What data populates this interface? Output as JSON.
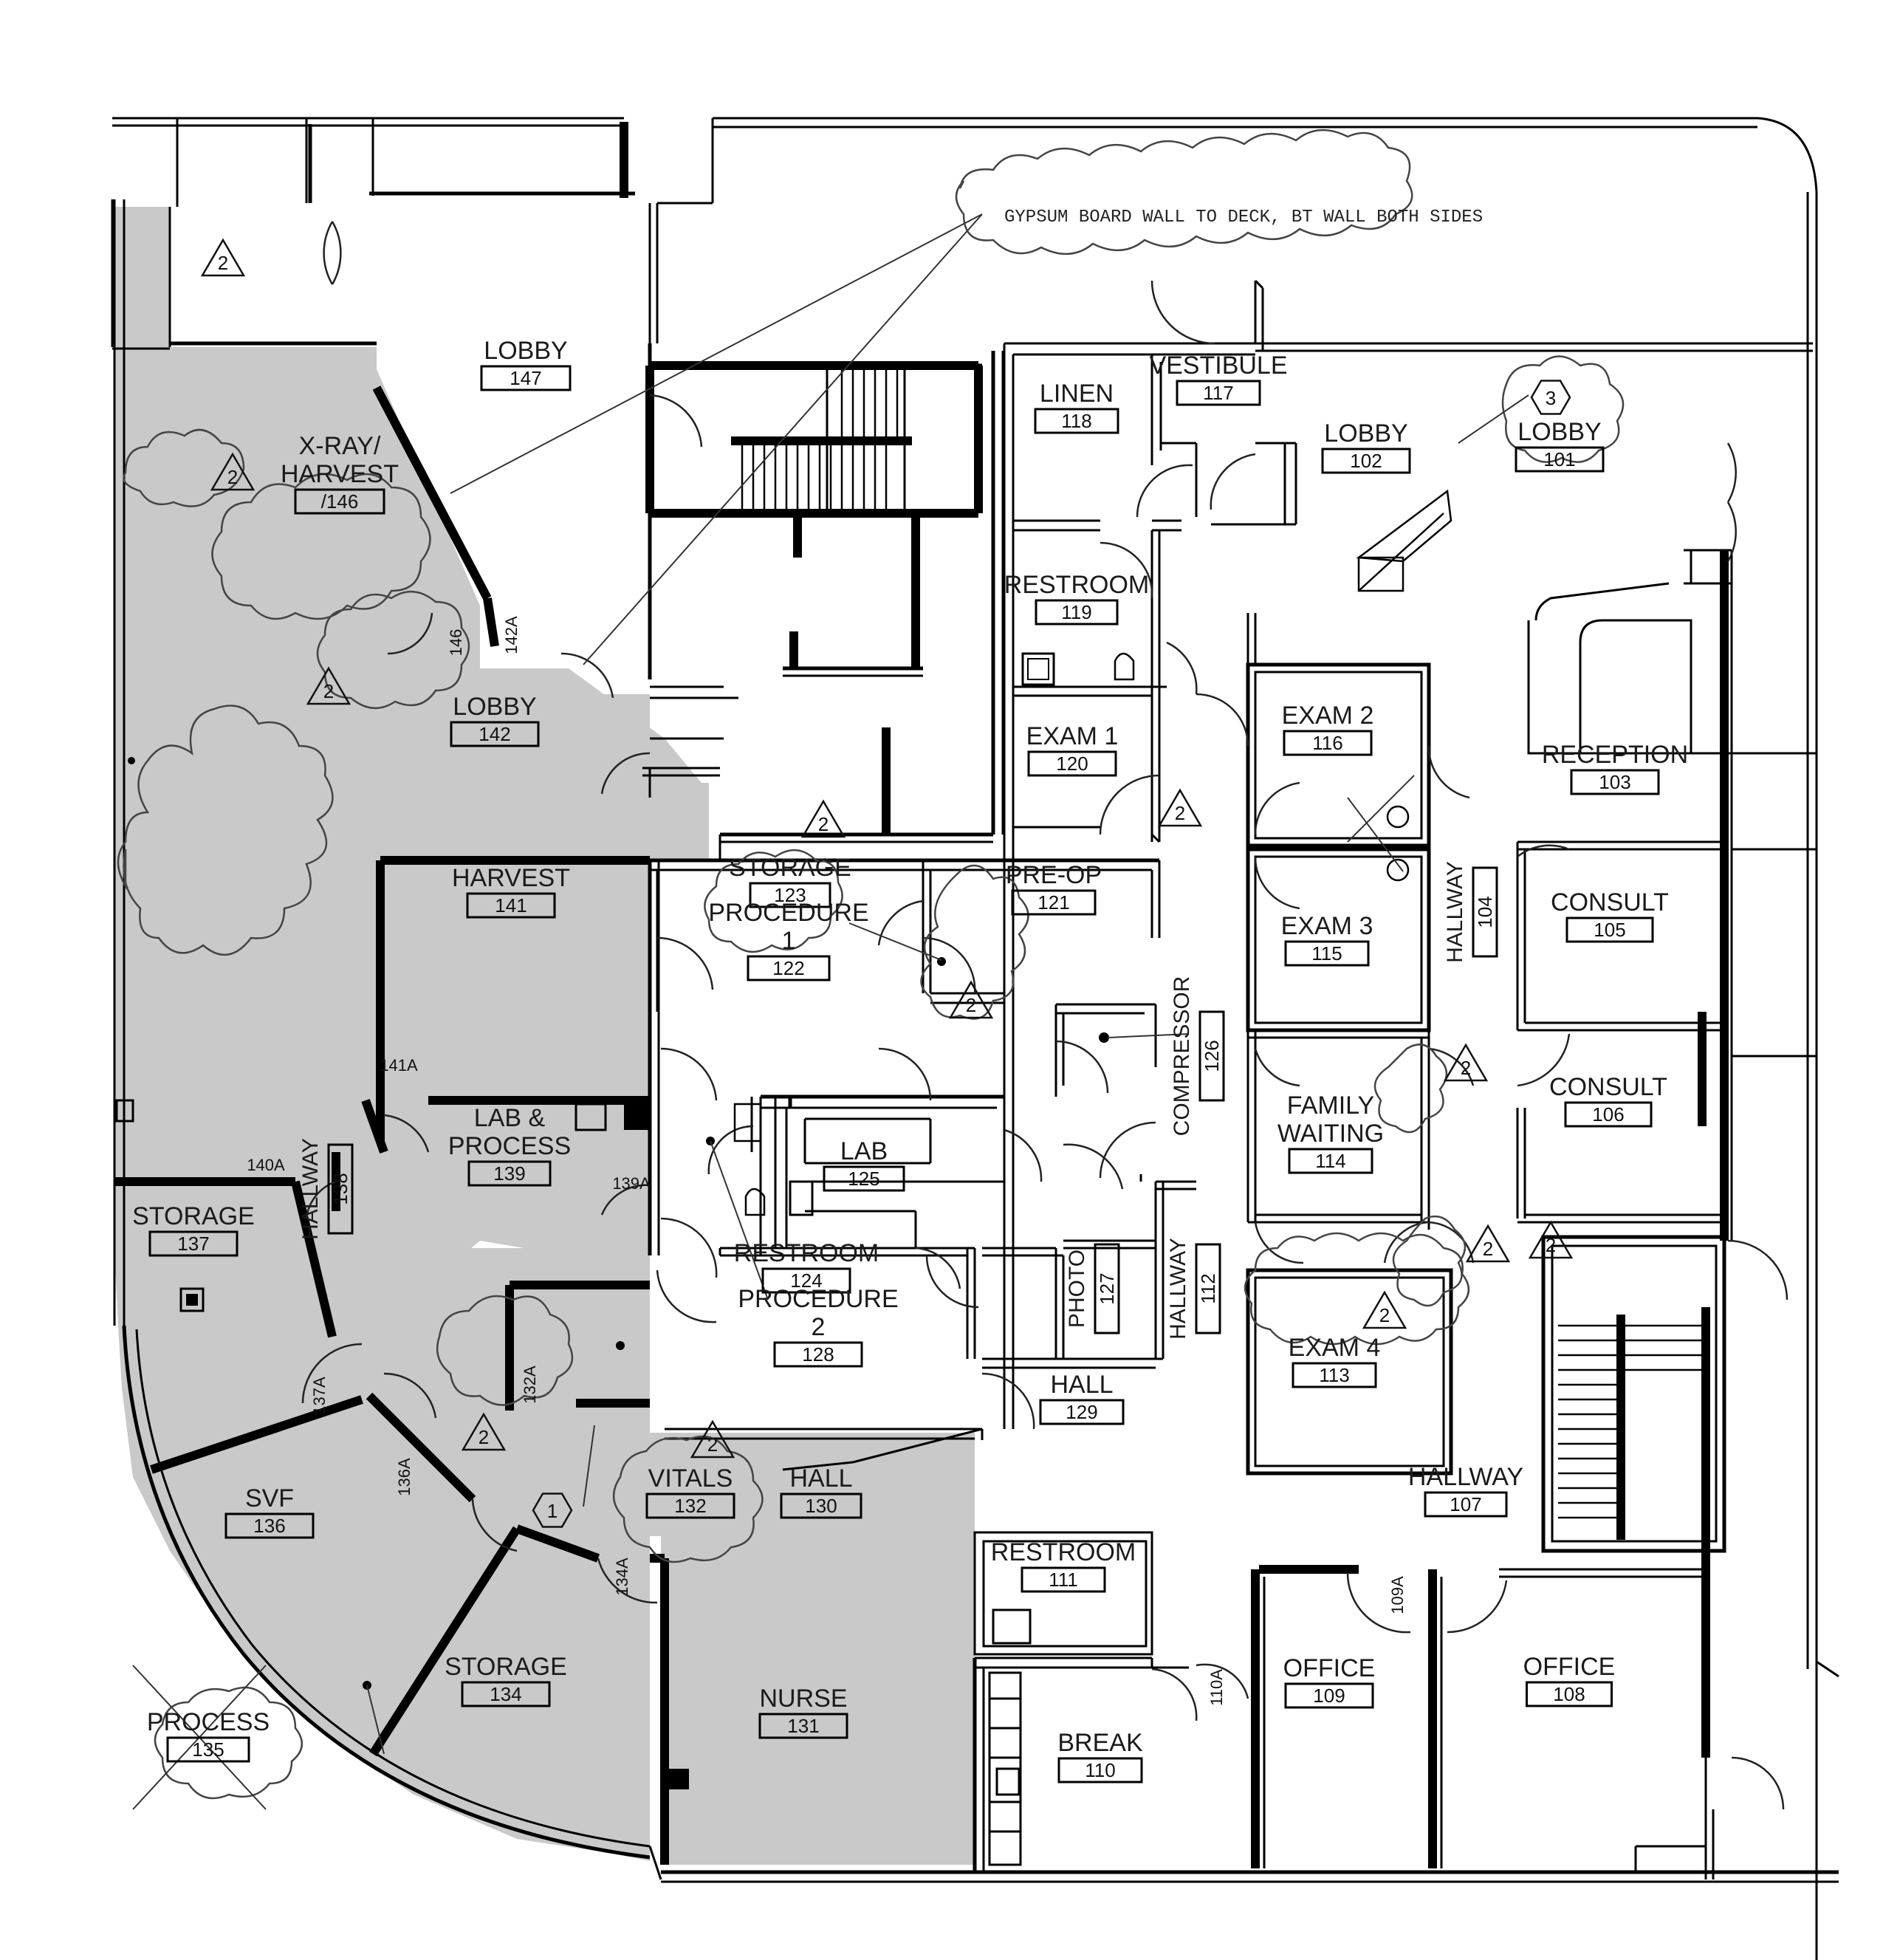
{
  "note": {
    "text": "GYPSUM BOARD WALL TO DECK, BT WALL BOTH SIDES"
  },
  "rooms": [
    {
      "name": "LOBBY",
      "number": "147"
    },
    {
      "name": "X-RAY/",
      "name2": "HARVEST",
      "number": "/146"
    },
    {
      "name": "LOBBY",
      "number": "142"
    },
    {
      "name": "HARVEST",
      "number": "141"
    },
    {
      "name": "LAB &",
      "name2": "PROCESS",
      "number": "139"
    },
    {
      "name": "STORAGE",
      "number": "137"
    },
    {
      "name": "SVF",
      "number": "136"
    },
    {
      "name": "STORAGE",
      "number": "134"
    },
    {
      "name": "PROCESS",
      "number": "135"
    },
    {
      "name": "VITALS",
      "number": "132"
    },
    {
      "name": "HALL",
      "number": "130"
    },
    {
      "name": "NURSE",
      "number": "131"
    },
    {
      "name": "STORAGE",
      "number": "123"
    },
    {
      "name": "PROCEDURE",
      "name2": "1",
      "number": "122"
    },
    {
      "name": "PRE-OP",
      "number": "121"
    },
    {
      "name": "LAB",
      "number": "125"
    },
    {
      "name": "RESTROOM",
      "number": "124"
    },
    {
      "name": "PROCEDURE",
      "name2": "2",
      "number": "128"
    },
    {
      "name": "HALL",
      "number": "129"
    },
    {
      "name": "LINEN",
      "number": "118"
    },
    {
      "name": "VESTIBULE",
      "number": "117"
    },
    {
      "name": "RESTROOM",
      "number": "119"
    },
    {
      "name": "EXAM 1",
      "number": "120"
    },
    {
      "name": "LOBBY",
      "number": "102"
    },
    {
      "name": "LOBBY",
      "number": "101"
    },
    {
      "name": "EXAM 2",
      "number": "116"
    },
    {
      "name": "EXAM 3",
      "number": "115"
    },
    {
      "name": "RECEPTION",
      "number": "103"
    },
    {
      "name": "CONSULT",
      "number": "105"
    },
    {
      "name": "CONSULT",
      "number": "106"
    },
    {
      "name": "FAMILY",
      "name2": "WAITING",
      "number": "114"
    },
    {
      "name": "EXAM 4",
      "number": "113"
    },
    {
      "name": "HALLWAY",
      "number": "107"
    },
    {
      "name": "RESTROOM",
      "number": "111"
    },
    {
      "name": "OFFICE",
      "number": "109"
    },
    {
      "name": "OFFICE",
      "number": "108"
    },
    {
      "name": "BREAK",
      "number": "110"
    }
  ],
  "vertical_rooms": [
    {
      "name": "HALLWAY",
      "number": "138"
    },
    {
      "name": "HALLWAY",
      "number": "104"
    },
    {
      "name": "COMPRESSOR",
      "number": "126"
    },
    {
      "name": "PHOTO",
      "number": "127"
    },
    {
      "name": "HALLWAY",
      "number": "112"
    }
  ],
  "door_tags": [
    "142A",
    "146",
    "141A",
    "140A",
    "139A",
    "137A",
    "136A",
    "132A",
    "134A",
    "109A",
    "110A"
  ],
  "revision_tags": [
    "2",
    "2",
    "2",
    "2",
    "2",
    "2",
    "2",
    "2",
    "2",
    "2",
    "2",
    "2",
    "1",
    "3"
  ],
  "colors": {
    "shaded_area": "#c9c9c9",
    "wall": "#000000"
  }
}
